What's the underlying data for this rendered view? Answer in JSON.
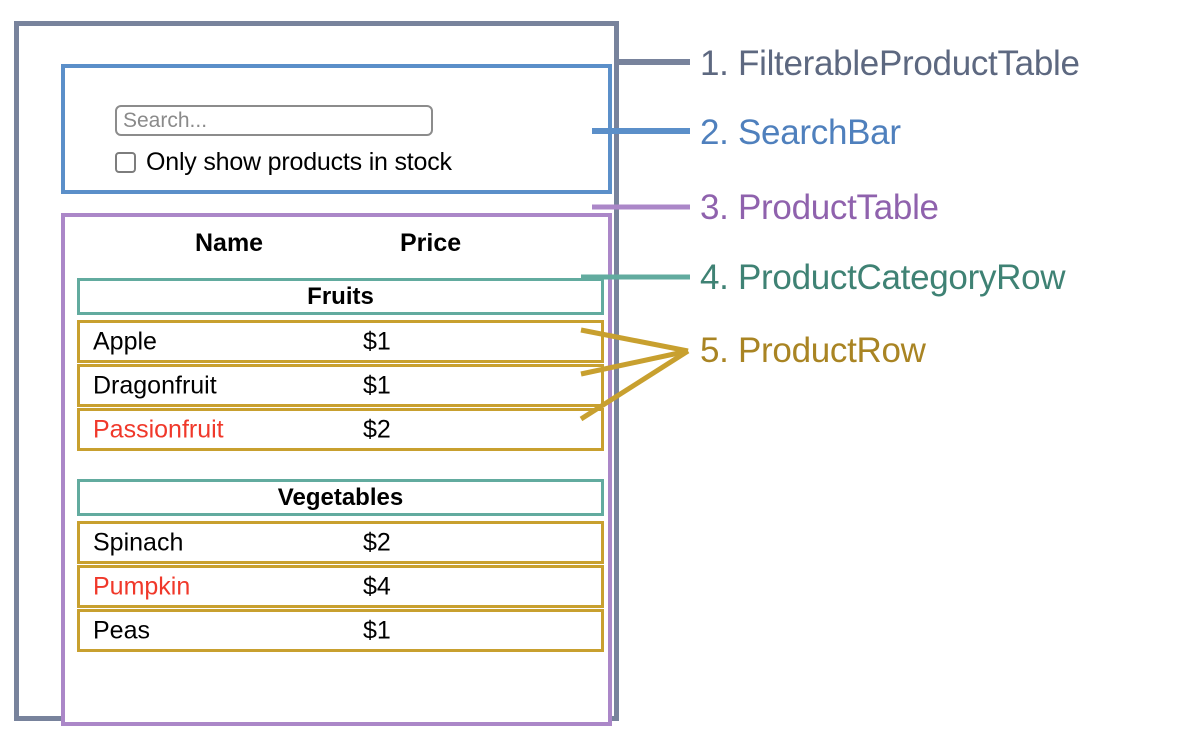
{
  "diagram": {
    "title": "React component hierarchy: FilterableProductTable",
    "colors": {
      "filterable_product_table": "#78839c",
      "search_bar": "#5b8fc9",
      "product_table": "#ab87c8",
      "product_category_row": "#62ab9f",
      "product_row": "#c8a02f",
      "out_of_stock_text": "#f0382a",
      "text": "#000000"
    }
  },
  "search_bar": {
    "search_input": {
      "placeholder": "Search...",
      "value": ""
    },
    "checkbox": {
      "label": "Only show products in stock",
      "checked": false
    }
  },
  "product_table": {
    "headers": {
      "name": "Name",
      "price": "Price"
    },
    "groups": [
      {
        "category": "Fruits",
        "products": [
          {
            "name": "Apple",
            "price": "$1",
            "stocked": true
          },
          {
            "name": "Dragonfruit",
            "price": "$1",
            "stocked": true
          },
          {
            "name": "Passionfruit",
            "price": "$2",
            "stocked": false
          }
        ]
      },
      {
        "category": "Vegetables",
        "products": [
          {
            "name": "Spinach",
            "price": "$2",
            "stocked": true
          },
          {
            "name": "Pumpkin",
            "price": "$4",
            "stocked": false
          },
          {
            "name": "Peas",
            "price": "$1",
            "stocked": true
          }
        ]
      }
    ]
  },
  "callouts": [
    {
      "number": "1",
      "text": "1. FilterableProductTable",
      "color": "#5d6880"
    },
    {
      "number": "2",
      "text": "2. SearchBar",
      "color": "#4f80bd"
    },
    {
      "number": "3",
      "text": "3. ProductTable",
      "color": "#8f62ad"
    },
    {
      "number": "4",
      "text": "4. ProductCategoryRow",
      "color": "#3f8274"
    },
    {
      "number": "5",
      "text": "5. ProductRow",
      "color": "#a98423"
    }
  ]
}
